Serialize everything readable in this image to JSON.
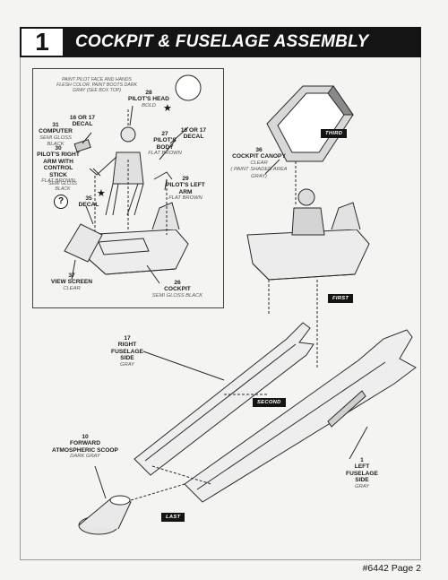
{
  "header": {
    "step_number": "1",
    "title": "COCKPIT & FUSELAGE ASSEMBLY"
  },
  "paint_note": "PAINT PILOT FACE AND HANDS FLESH COLOR. PAINT BOOTS DARK GRAY (SEE BOX TOP)",
  "parts": {
    "p28": {
      "number": "28",
      "name": "PILOT'S HEAD",
      "color": "BOLD"
    },
    "p27": {
      "number": "27",
      "name": "PILOT'S BODY",
      "color": "FLAT BROWN"
    },
    "decal_a": {
      "number": "16 OR 17",
      "name": "DECAL"
    },
    "decal_b": {
      "number": "16 OR 17",
      "name": "DECAL"
    },
    "p31": {
      "number": "31",
      "name": "COMPUTER",
      "color": "SEMI GLOSS BLACK"
    },
    "p30": {
      "number": "30",
      "name": "PILOT'S RIGHT ARM WITH CONTROL STICK",
      "color": "FLAT BROWN"
    },
    "p29": {
      "number": "29",
      "name": "PILOT'S LEFT ARM",
      "color": "FLAT BROWN"
    },
    "stick_color": "SEMI GLOSS BLACK",
    "p35": {
      "number": "35",
      "name": "DECAL"
    },
    "p37": {
      "number": "37",
      "name": "VIEW SCREEN",
      "color": "CLEAR"
    },
    "p26": {
      "number": "26",
      "name": "COCKPIT",
      "color": "SEMI GLOSS BLACK"
    },
    "p36": {
      "number": "36",
      "name": "COCKPIT CANOPY",
      "color": "CLEAR",
      "note": "( PAINT SHADED AREA GRAY)"
    },
    "p17": {
      "number": "17",
      "name": "RIGHT FUSELAGE SIDE",
      "color": "GRAY"
    },
    "p10": {
      "number": "10",
      "name": "FORWARD ATMOSPHERIC SCOOP",
      "color": "DARK GRAY"
    },
    "p1": {
      "number": "1",
      "name": "LEFT FUSELAGE SIDE",
      "color": "GRAY"
    }
  },
  "stages": {
    "first": "FIRST",
    "second": "SECOND",
    "third": "THIRD",
    "last": "LAST"
  },
  "symbols": {
    "star": "★",
    "question": "?"
  },
  "footer": "#6442 Page 2"
}
